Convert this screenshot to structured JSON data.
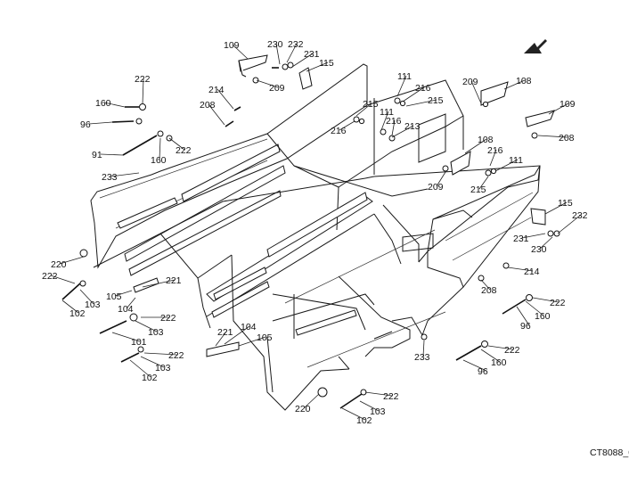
{
  "drawing_id": "CT8088_0",
  "callouts": [
    {
      "label": "109"
    },
    {
      "label": "230"
    },
    {
      "label": "232"
    },
    {
      "label": "231"
    },
    {
      "label": "115"
    },
    {
      "label": "209"
    },
    {
      "label": "214"
    },
    {
      "label": "208"
    },
    {
      "label": "222"
    },
    {
      "label": "160"
    },
    {
      "label": "96"
    },
    {
      "label": "91"
    },
    {
      "label": "160"
    },
    {
      "label": "222"
    },
    {
      "label": "233"
    },
    {
      "label": "111"
    },
    {
      "label": "216"
    },
    {
      "label": "215"
    },
    {
      "label": "215"
    },
    {
      "label": "111"
    },
    {
      "label": "216"
    },
    {
      "label": "216"
    },
    {
      "label": "213"
    },
    {
      "label": "209"
    },
    {
      "label": "108"
    },
    {
      "label": "109"
    },
    {
      "label": "208"
    },
    {
      "label": "108"
    },
    {
      "label": "216"
    },
    {
      "label": "111"
    },
    {
      "label": "209"
    },
    {
      "label": "215"
    },
    {
      "label": "115"
    },
    {
      "label": "232"
    },
    {
      "label": "231"
    },
    {
      "label": "230"
    },
    {
      "label": "220"
    },
    {
      "label": "222"
    },
    {
      "label": "105"
    },
    {
      "label": "103"
    },
    {
      "label": "102"
    },
    {
      "label": "221"
    },
    {
      "label": "104"
    },
    {
      "label": "222"
    },
    {
      "label": "103"
    },
    {
      "label": "101"
    },
    {
      "label": "222"
    },
    {
      "label": "103"
    },
    {
      "label": "102"
    },
    {
      "label": "104"
    },
    {
      "label": "221"
    },
    {
      "label": "105"
    },
    {
      "label": "214"
    },
    {
      "label": "208"
    },
    {
      "label": "222"
    },
    {
      "label": "160"
    },
    {
      "label": "96"
    },
    {
      "label": "222"
    },
    {
      "label": "160"
    },
    {
      "label": "96"
    },
    {
      "label": "233"
    },
    {
      "label": "220"
    },
    {
      "label": "222"
    },
    {
      "label": "103"
    },
    {
      "label": "102"
    }
  ]
}
